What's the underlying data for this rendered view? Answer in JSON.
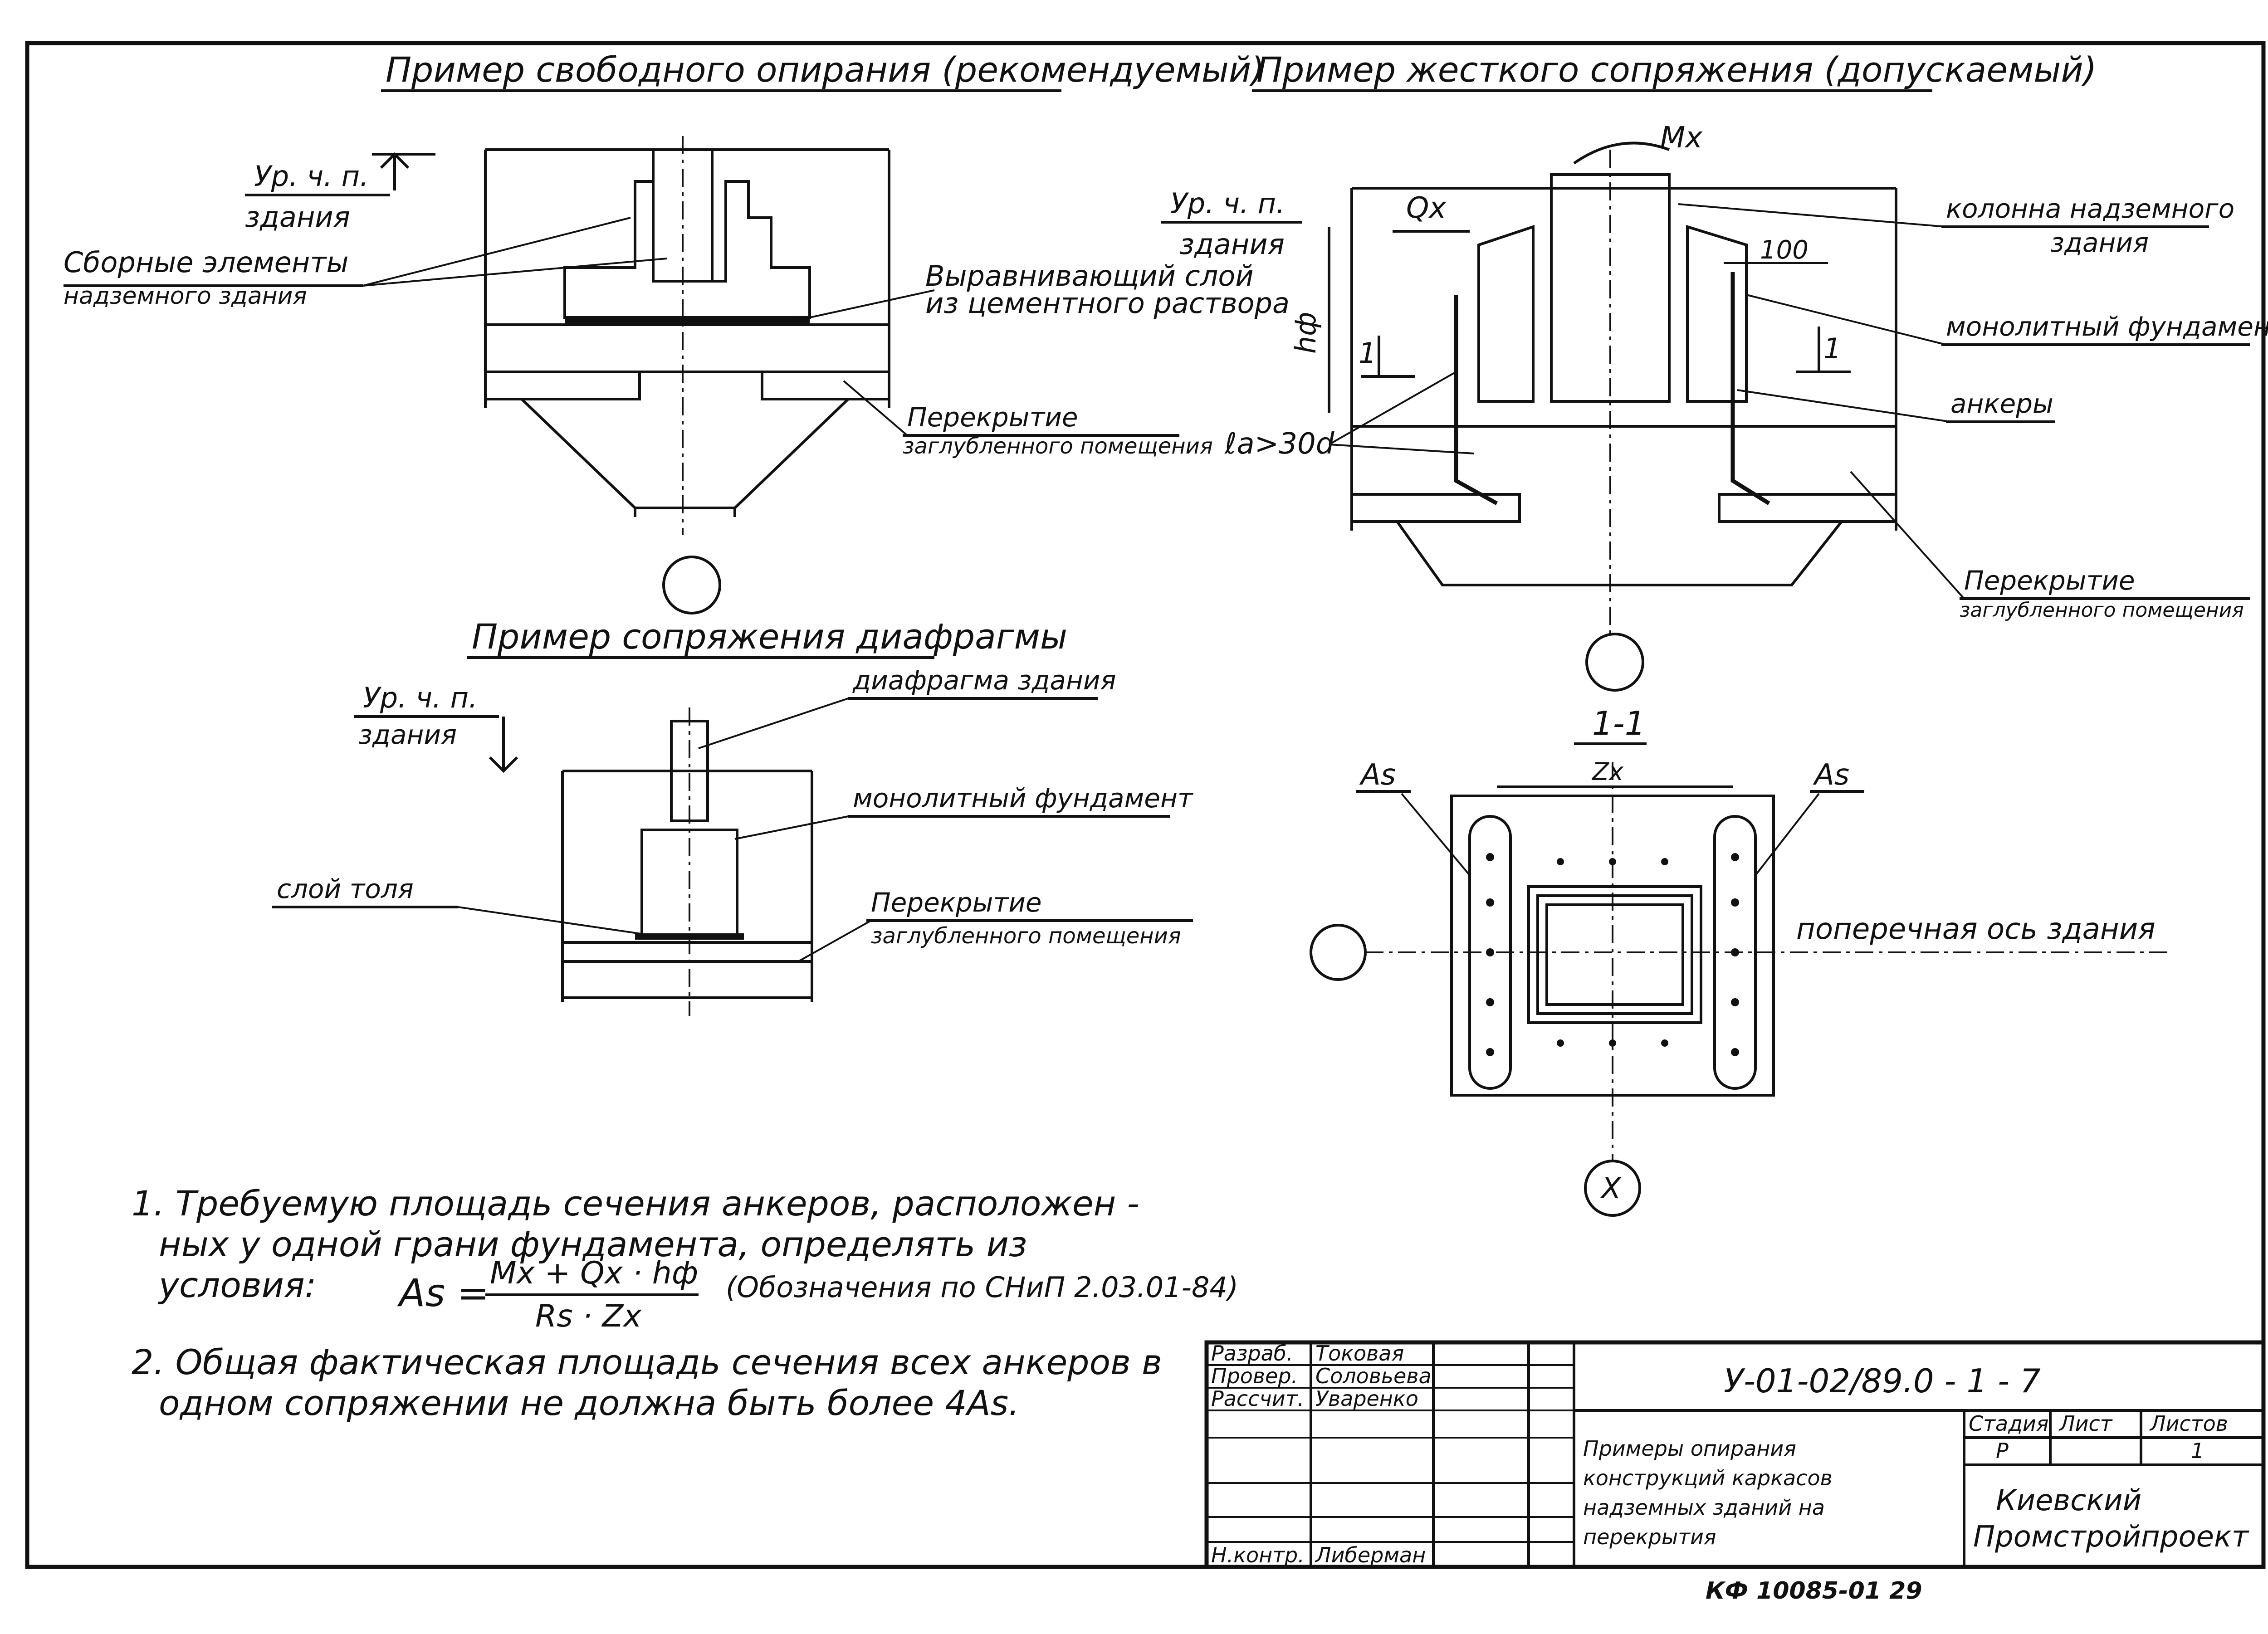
{
  "section_titles": {
    "free_support": "Пример свободного опирания (рекомендуемый)",
    "rigid_joint": "Пример жесткого сопряжения (допускаемый)",
    "diaphragm_joint": "Пример сопряжения диафрагмы"
  },
  "free_support": {
    "level_label": "Ур. ч. п.",
    "level_label_2": "здания",
    "precast_label": "Сборные элементы",
    "precast_label_2": "надземного здания",
    "leveling_label": "Выравнивающий слой",
    "leveling_label_2": "из цементного раствора",
    "slab_label": "Перекрытие",
    "slab_label_2": "заглубленного помещения"
  },
  "rigid_joint": {
    "moment": "Mx",
    "shear": "Qx",
    "level_label": "Ур. ч. п.",
    "level_label_2": "здания",
    "height": "hф",
    "anchor_length": "ℓa>30d",
    "dim_100": "100",
    "section_mark_left": "1",
    "section_mark_right": "1",
    "column_label": "колонна надземного",
    "column_label_2": "здания",
    "foundation_label": "монолитный фундамент",
    "anchors_label": "анкеры",
    "slab_label": "Перекрытие",
    "slab_label_2": "заглубленного помещения"
  },
  "diaphragm_joint": {
    "level_label": "Ур. ч. п.",
    "level_label_2": "здания",
    "diaphragm_label": "диафрагма здания",
    "foundation_label": "монолитный фундамент",
    "roofing_label": "слой толя",
    "slab_label": "Перекрытие",
    "slab_label_2": "заглубленного помещения"
  },
  "section_1_1": {
    "title": "1-1",
    "zx": "Zx",
    "as_left": "As",
    "as_right": "As",
    "axis_label": "поперечная ось здания",
    "axis_x": "X"
  },
  "notes": {
    "note1_line1": "1. Требуемую площадь сечения анкеров, расположен -",
    "note1_line2": "ных у одной грани фундамента, определять из",
    "note1_line3": "условия:",
    "formula_lhs": "As =",
    "formula_numerator": "Mx + Qx · hф",
    "formula_denominator": "Rs · Zx",
    "formula_ref": "(Обозначения по СНиП 2.03.01-84)",
    "note2_line1": "2. Общая фактическая площадь сечения всех анкеров в",
    "note2_line2": "одном сопряжении не должна быть более 4As."
  },
  "title_block": {
    "rows": [
      {
        "role": "Разраб.",
        "name": "Токовая"
      },
      {
        "role": "Провер.",
        "name": "Соловьева"
      },
      {
        "role": "Рассчит.",
        "name": "Уваренко"
      },
      {
        "role": "",
        "name": ""
      },
      {
        "role": "",
        "name": ""
      },
      {
        "role": "",
        "name": ""
      },
      {
        "role": "",
        "name": ""
      },
      {
        "role": "Н.контр.",
        "name": "Либерман"
      }
    ],
    "document_code": "У-01-02/89.0 - 1 - 7",
    "description_1": "Примеры опирания",
    "description_2": "конструкций каркасов",
    "description_3": "надземных зданий на",
    "description_4": "перекрытия",
    "stage_header": "Стадия",
    "sheet_header": "Лист",
    "sheets_header": "Листов",
    "stage_value": "Р",
    "sheet_value": "",
    "sheets_value": "1",
    "org_1": "Киевский",
    "org_2": "Промстройпроект"
  },
  "footer_stamp": "КФ 10085-01 29"
}
